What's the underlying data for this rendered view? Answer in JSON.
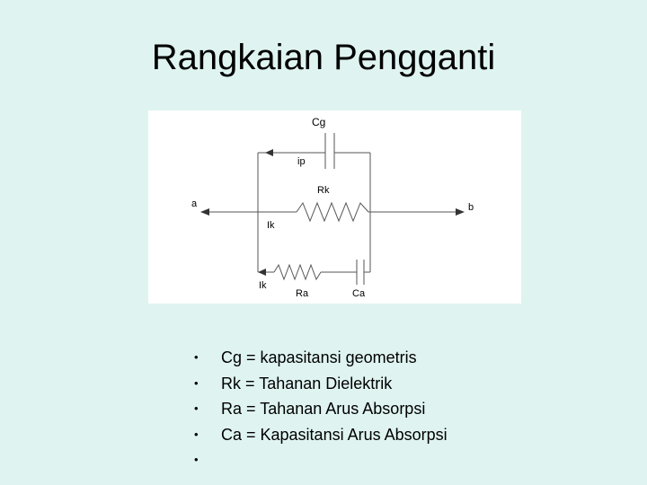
{
  "slide": {
    "title": "Rangkaian Pengganti"
  },
  "diagram": {
    "labels": {
      "cg": "Cg",
      "ip": "ip",
      "rk": "Rk",
      "ik_mid": "Ik",
      "a": "a",
      "b": "b",
      "ik_bottom": "Ik",
      "ra": "Ra",
      "ca": "Ca"
    }
  },
  "bullets": [
    "Cg = kapasitansi geometris",
    "Rk = Tahanan Dielektrik",
    "Ra = Tahanan Arus Absorpsi",
    "Ca = Kapasitansi Arus Absorpsi",
    ""
  ],
  "bullet_symbol": "•"
}
